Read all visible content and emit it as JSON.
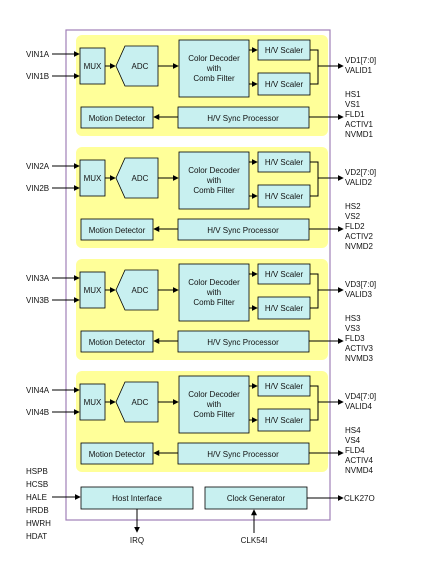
{
  "channels": [
    {
      "inputs": [
        "VIN1A",
        "VIN1B"
      ],
      "outputs": [
        "VD1[7:0]",
        "VALID1",
        "",
        "HS1",
        "VS1",
        "FLD1",
        "ACTIV1",
        "NVMD1"
      ]
    },
    {
      "inputs": [
        "VIN2A",
        "VIN2B"
      ],
      "outputs": [
        "VD2[7:0]",
        "VALID2",
        "",
        "HS2",
        "VS2",
        "FLD2",
        "ACTIV2",
        "NVMD2"
      ]
    },
    {
      "inputs": [
        "VIN3A",
        "VIN3B"
      ],
      "outputs": [
        "VD3[7:0]",
        "VALID3",
        "",
        "HS3",
        "VS3",
        "FLD3",
        "ACTIV3",
        "NVMD3"
      ]
    },
    {
      "inputs": [
        "VIN4A",
        "VIN4B"
      ],
      "outputs": [
        "VD4[7:0]",
        "VALID4",
        "",
        "HS4",
        "VS4",
        "FLD4",
        "ACTIV4",
        "NVMD4"
      ]
    }
  ],
  "blocks": {
    "mux": "MUX",
    "adc": "ADC",
    "decoder_lines": [
      "Color Decoder",
      "with",
      "Comb Filter"
    ],
    "scaler": "H/V Scaler",
    "motion": "Motion Detector",
    "sync": "H/V Sync Processor"
  },
  "host": {
    "label": "Host Interface",
    "inputs": [
      "HSPB",
      "HCSB",
      "HALE",
      "HRDB",
      "HWRH",
      "HDAT"
    ],
    "irq": "IRQ"
  },
  "clock": {
    "label": "Clock Generator",
    "input": "CLK54I",
    "output": "CLK27O"
  },
  "colors": {
    "channel_bg": "#ffff99",
    "block_fill": "#c8f0f0",
    "chip_border": "#a080b8",
    "line": "#000000"
  }
}
